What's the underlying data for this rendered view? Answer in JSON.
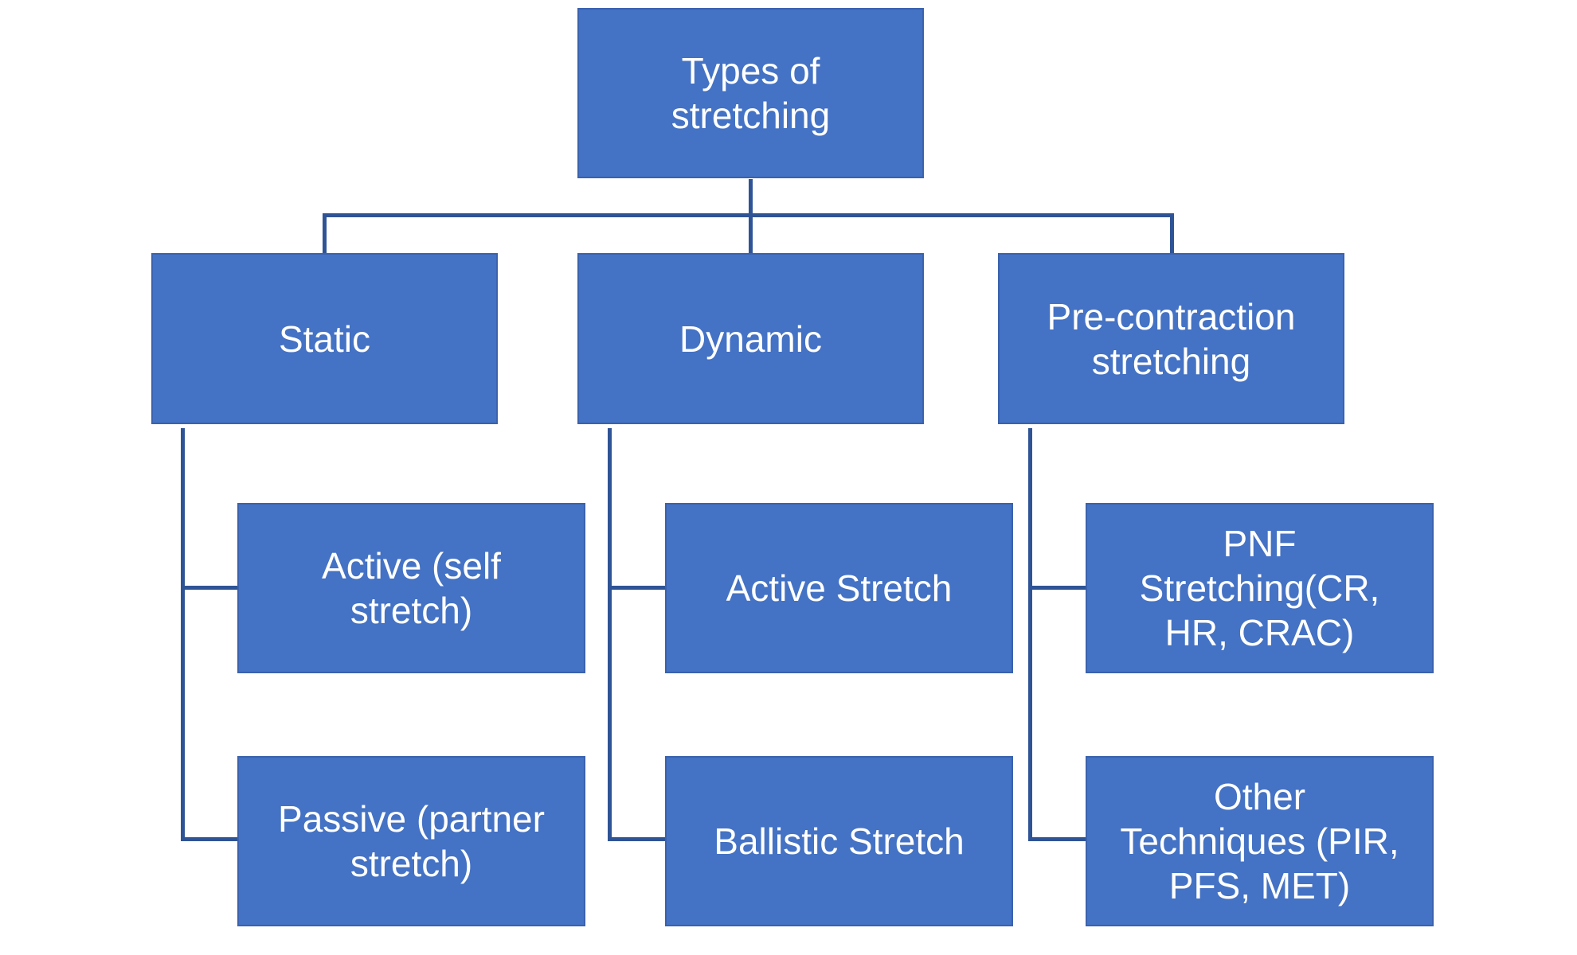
{
  "diagram": {
    "title": "Types of stretching",
    "type": "hierarchy-flowchart",
    "colors": {
      "box_fill": "#4472C4",
      "box_border": "#3A62AE",
      "connector": "#2F5496",
      "text": "#FFFFFF",
      "background": "#FFFFFF"
    },
    "nodes": {
      "root": {
        "label": "Types of stretching",
        "lines": [
          "Types of",
          "stretching"
        ]
      },
      "static": {
        "label": "Static",
        "lines": [
          "Static"
        ]
      },
      "dynamic": {
        "label": "Dynamic",
        "lines": [
          "Dynamic"
        ]
      },
      "precontraction": {
        "label": "Pre-contraction stretching",
        "lines": [
          "Pre-contraction",
          "stretching"
        ]
      },
      "active_self": {
        "label": "Active (self stretch)",
        "lines": [
          "Active (self",
          "stretch)"
        ]
      },
      "passive_partner": {
        "label": "Passive (partner stretch)",
        "lines": [
          "Passive (partner",
          "stretch)"
        ]
      },
      "active_stretch": {
        "label": "Active Stretch",
        "lines": [
          "Active Stretch"
        ]
      },
      "ballistic": {
        "label": "Ballistic Stretch",
        "lines": [
          "Ballistic Stretch"
        ]
      },
      "pnf": {
        "label": "PNF Stretching(CR, HR, CRAC)",
        "lines": [
          "PNF",
          "Stretching(CR,",
          "HR, CRAC)"
        ]
      },
      "other": {
        "label": "Other Techniques (PIR, PFS, MET)",
        "lines": [
          "Other",
          "Techniques (PIR,",
          "PFS, MET)"
        ]
      }
    },
    "hierarchy": {
      "root": "Types of stretching",
      "children": [
        {
          "label": "Static",
          "children": [
            "Active (self stretch)",
            "Passive (partner stretch)"
          ]
        },
        {
          "label": "Dynamic",
          "children": [
            "Active Stretch",
            "Ballistic Stretch"
          ]
        },
        {
          "label": "Pre-contraction stretching",
          "children": [
            "PNF Stretching(CR, HR, CRAC)",
            "Other Techniques (PIR, PFS, MET)"
          ]
        }
      ]
    }
  }
}
